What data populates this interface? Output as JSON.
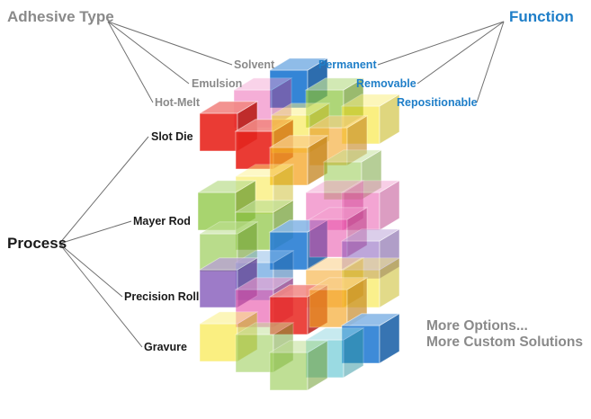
{
  "adhesive_type": {
    "title": "Adhesive Type",
    "options": [
      "Solvent",
      "Emulsion",
      "Hot-Melt"
    ]
  },
  "function": {
    "title": "Function",
    "options": [
      "Permanent",
      "Removable",
      "Repositionable"
    ]
  },
  "process": {
    "title": "Process",
    "options": [
      "Slot Die",
      "Mayer Rod",
      "Precision Roll",
      "Gravure"
    ]
  },
  "footer": {
    "line1": "More Options...",
    "line2": "More Custom Solutions"
  },
  "colors": {
    "adhesive": "#8a8a8a",
    "function": "#1e7ec8",
    "process": "#1a1a1a",
    "connector": "#6f6f6f",
    "cube_palette": [
      "#e8261f",
      "#f5a524",
      "#f7e31c",
      "#8cc63f",
      "#2a7fd4",
      "#7d4fb6",
      "#e94ea8",
      "#37b6c6"
    ]
  }
}
